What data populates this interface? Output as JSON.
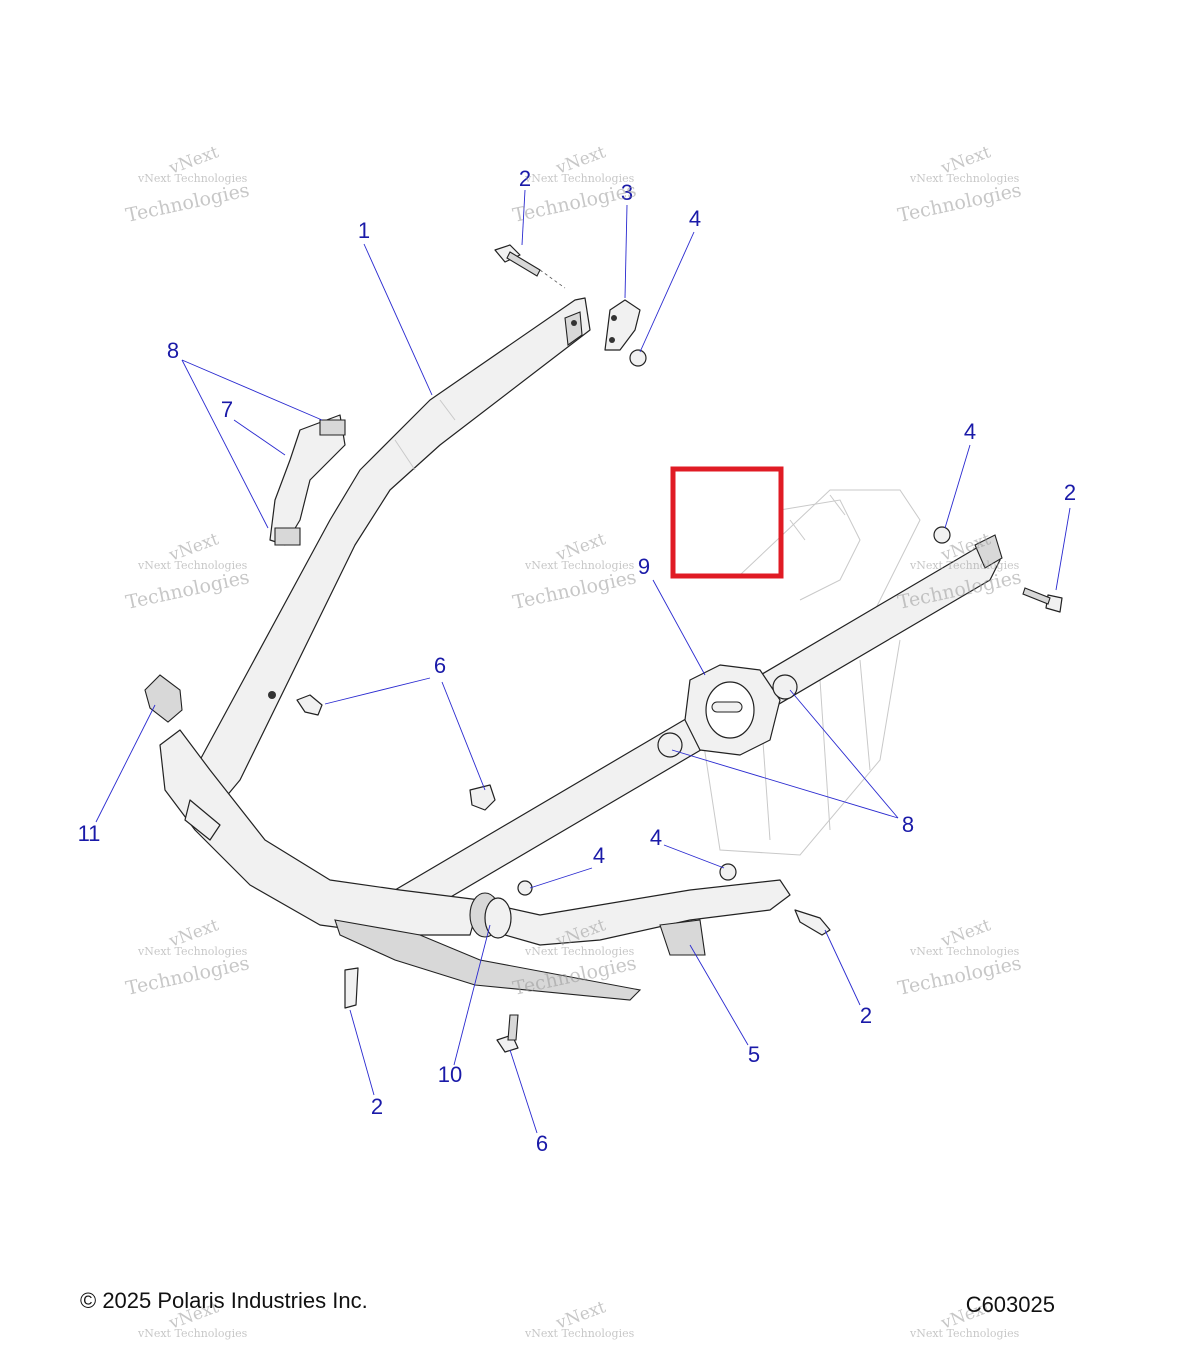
{
  "diagram": {
    "callouts": [
      {
        "label": "1"
      },
      {
        "label": "2"
      },
      {
        "label": "3"
      },
      {
        "label": "4"
      },
      {
        "label": "8"
      },
      {
        "label": "7"
      },
      {
        "label": "4"
      },
      {
        "label": "2"
      },
      {
        "label": "9"
      },
      {
        "label": "6"
      },
      {
        "label": "11"
      },
      {
        "label": "8"
      },
      {
        "label": "4"
      },
      {
        "label": "4"
      },
      {
        "label": "2"
      },
      {
        "label": "5"
      },
      {
        "label": "10"
      },
      {
        "label": "2"
      },
      {
        "label": "6"
      }
    ],
    "highlight_color": "#e01b24",
    "callout_color": "#1a1aa8"
  },
  "watermark": {
    "line1": "vNext",
    "line2": "vNext Technologies",
    "line3": "Technologies"
  },
  "footer": {
    "copyright": "© 2025 Polaris Industries Inc.",
    "drawing_code": "C603025"
  }
}
